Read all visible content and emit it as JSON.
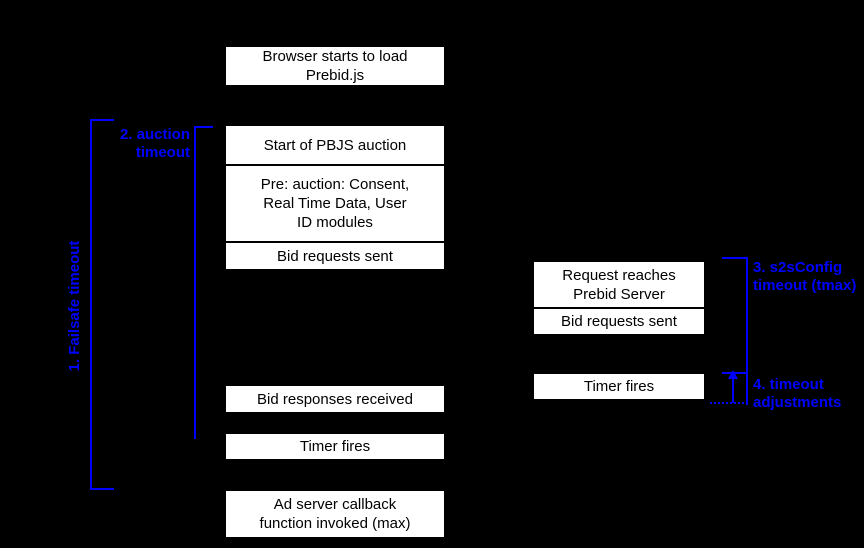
{
  "colors": {
    "background": "#000000",
    "box_fill": "#ffffff",
    "box_border": "#000000",
    "box_text": "#000000",
    "accent_blue": "#0000ff"
  },
  "left_column": {
    "browser_load": "Browser starts to load\nPrebid.js",
    "start_auction": "Start of PBJS auction",
    "pre_auction": "Pre: auction: Consent,\nReal Time Data, User\nID modules",
    "bid_requests_sent": "Bid requests sent",
    "bid_responses_received": "Bid responses received",
    "timer_fires": "Timer fires",
    "ad_server_callback": "Ad server callback\nfunction invoked (max)"
  },
  "right_column": {
    "request_reaches_server": "Request reaches\nPrebid Server",
    "bid_requests_sent": "Bid requests sent",
    "timer_fires": "Timer fires"
  },
  "annotations": {
    "failsafe_timeout": "1. Failsafe timeout",
    "auction_timeout": "2. auction\ntimeout",
    "s2s_timeout": "3. s2sConfig\ntimeout (tmax)",
    "timeout_adjustments": "4. timeout\nadjustments"
  }
}
